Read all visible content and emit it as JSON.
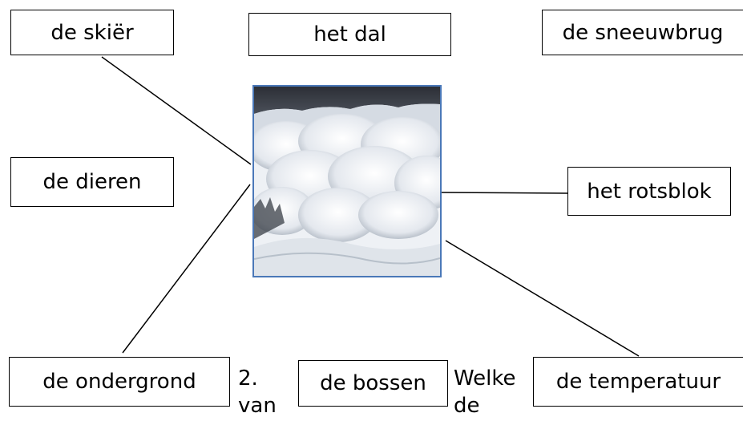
{
  "labels": {
    "skier": "de skiër",
    "valley": "het dal",
    "snowbridge": "de sneeuwbrug",
    "animals": "de dieren",
    "boulder": "het rotsblok",
    "ground": "de ondergrond",
    "forests": "de bossen",
    "temperature": "de temperatuur"
  },
  "fragments": {
    "left_line1": "2.",
    "left_line2": "van",
    "right_line1": "Welke",
    "right_line2": "de"
  },
  "image": {
    "subject": "avalanche-photo",
    "border_color": "#4a78b8"
  }
}
